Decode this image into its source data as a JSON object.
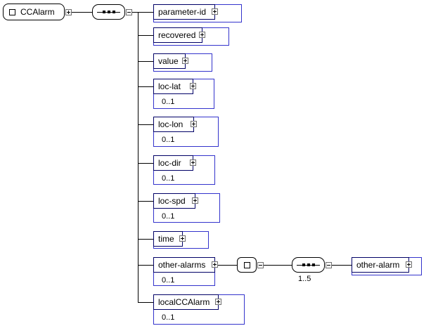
{
  "palette": {
    "element_outer_border": "#3333cc",
    "element_name_border": "#000066",
    "line_color": "#000000",
    "background": "#ffffff"
  },
  "diagram": {
    "root": {
      "label": "CCAlarm"
    },
    "compositor": "sequence",
    "children": [
      {
        "label": "parameter-id"
      },
      {
        "label": "recovered"
      },
      {
        "label": "value"
      },
      {
        "label": "loc-lat",
        "occurrence": "0..1"
      },
      {
        "label": "loc-lon",
        "occurrence": "0..1"
      },
      {
        "label": "loc-dir",
        "occurrence": "0..1"
      },
      {
        "label": "loc-spd",
        "occurrence": "0..1"
      },
      {
        "label": "time"
      },
      {
        "label": "other-alarms",
        "occurrence": "0..1"
      },
      {
        "label": "localCCAlarm",
        "occurrence": "0..1"
      }
    ],
    "other_alarms_group": {
      "compositor": "sequence",
      "occurrence": "1..5",
      "child": {
        "label": "other-alarm"
      }
    }
  }
}
